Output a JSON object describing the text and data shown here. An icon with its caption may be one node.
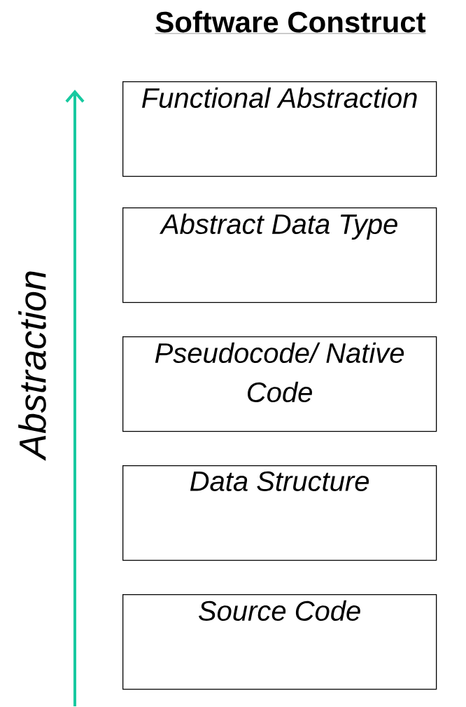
{
  "diagram": {
    "title": "Software Construct",
    "nodes": [
      {
        "text": [
          "Functional Abstraction"
        ]
      },
      {
        "text": [
          "Abstract Data Type"
        ]
      },
      {
        "text": [
          "Pseudocode/ Native Code"
        ]
      },
      {
        "text": [
          "Data Structure"
        ]
      },
      {
        "text": [
          "Source Code"
        ]
      }
    ],
    "edges": [],
    "labels": [
      "Abstraction"
    ]
  }
}
